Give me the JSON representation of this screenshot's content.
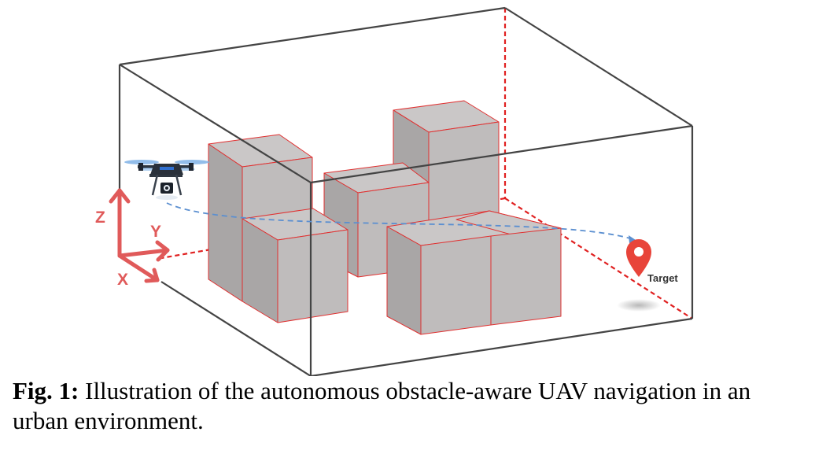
{
  "diagram": {
    "axes": {
      "z": "Z",
      "y": "Y",
      "x": "X"
    },
    "target_label": "Target"
  },
  "caption": {
    "prefix": "Fig. 1:",
    "text": " Illustration of the autonomous obstacle-aware UAV navigation in an urban environment."
  },
  "colors": {
    "box_edge": "#444444",
    "dashed_edge": "#e02020",
    "building_fill": "#bfbcbc",
    "building_edge": "#e03030",
    "axis": "#e05a5a",
    "path": "#5b8fd0",
    "marker": "#e8443a"
  }
}
